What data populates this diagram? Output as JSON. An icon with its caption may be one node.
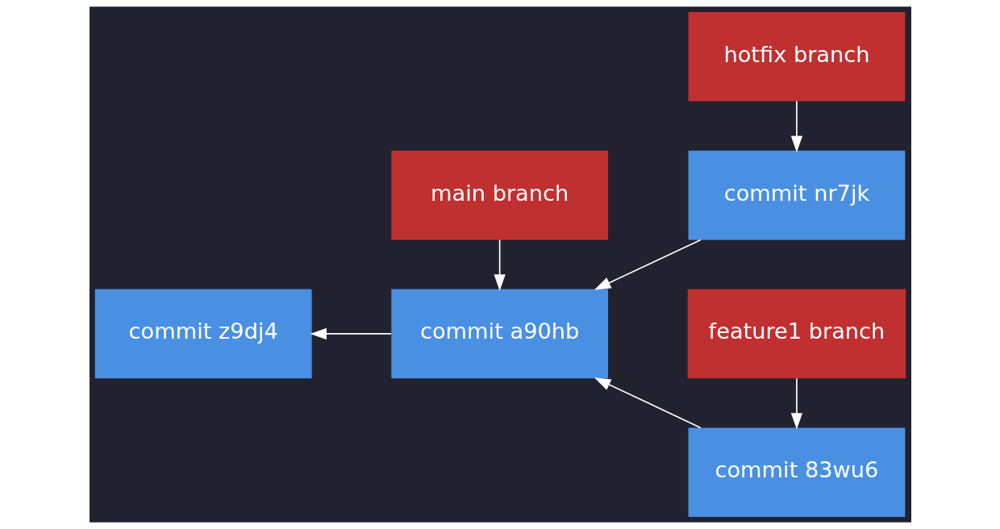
{
  "diagram": {
    "nodes": [
      {
        "text": [
          "main branch"
        ]
      },
      {
        "text": [
          "hotfix branch"
        ]
      },
      {
        "text": [
          "commit z9dj4"
        ]
      },
      {
        "text": [
          "commit a90hb"
        ]
      },
      {
        "text": [
          "commit nr7jk"
        ]
      },
      {
        "text": [
          "commit 83wu6"
        ]
      },
      {
        "text": [
          "feature1 branch"
        ]
      }
    ],
    "edges": [
      {
        "from": 0,
        "to": 3,
        "arrow": "to"
      },
      {
        "from": 1,
        "to": 4,
        "arrow": "to"
      },
      {
        "from": 3,
        "to": 2,
        "arrow": "to"
      },
      {
        "from": 4,
        "to": 3,
        "arrow": "to"
      },
      {
        "from": 5,
        "to": 3,
        "arrow": "to"
      },
      {
        "from": 6,
        "to": 5,
        "arrow": "to"
      }
    ]
  }
}
